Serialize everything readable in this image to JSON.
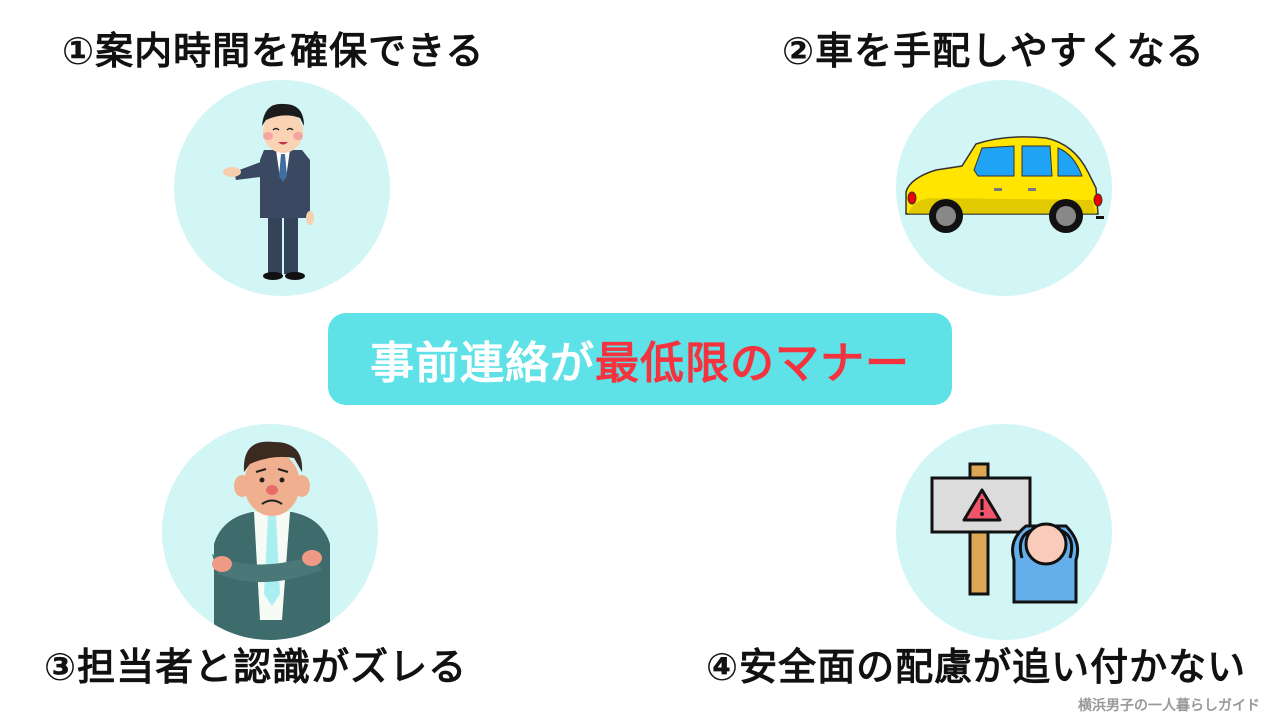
{
  "points": [
    {
      "label": "①案内時間を確保できる",
      "icon": "businessman-guiding-icon"
    },
    {
      "label": "②車を手配しやすくなる",
      "icon": "yellow-car-icon"
    },
    {
      "label": "③担当者と認識がズレる",
      "icon": "troubled-man-arms-crossed-icon"
    },
    {
      "label": "④安全面の配慮が追い付かない",
      "icon": "warning-sign-person-icon"
    }
  ],
  "banner": {
    "text_white": "事前連絡が",
    "text_red": "最低限のマナー"
  },
  "watermark": "横浜男子の一人暮らしガイド",
  "colors": {
    "circle_bg": "#d2f5f5",
    "banner_bg": "#5ee1e7",
    "banner_accent": "#f5333f",
    "heading": "#111111",
    "watermark": "#999999"
  }
}
